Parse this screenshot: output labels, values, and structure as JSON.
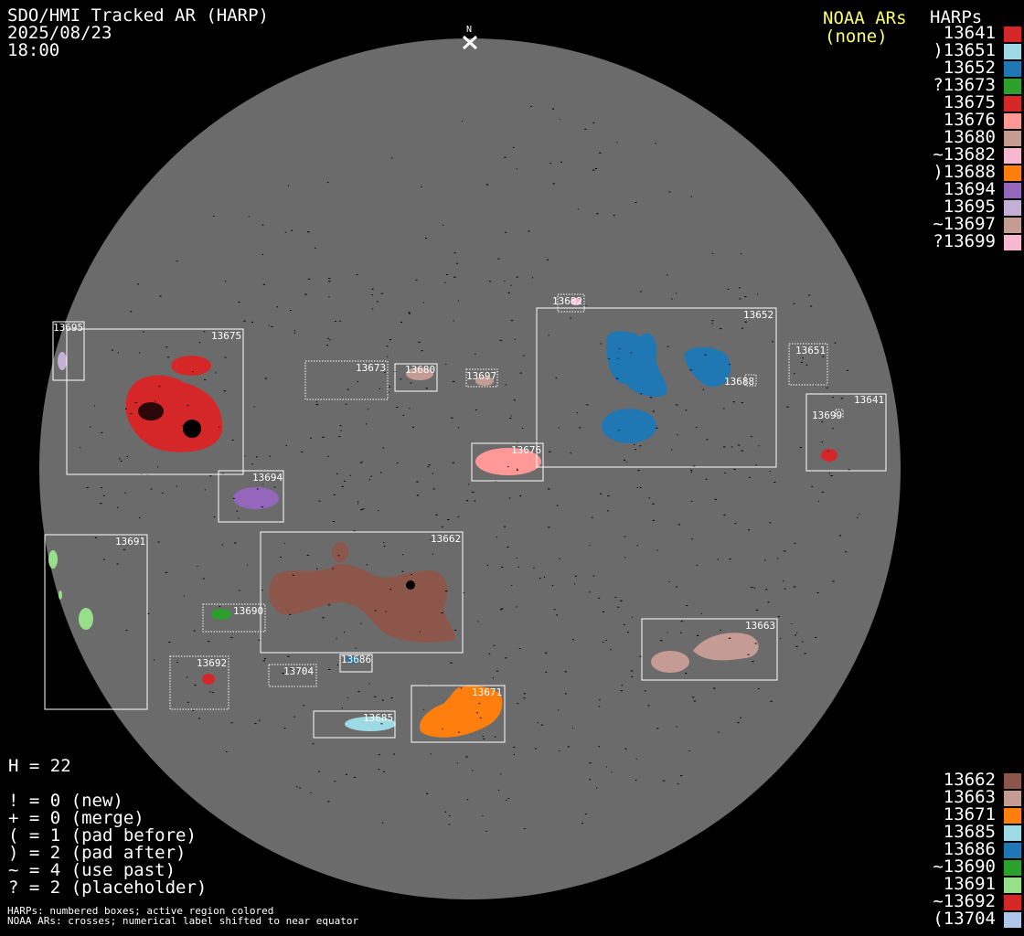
{
  "header": {
    "title": "SDO/HMI Tracked AR (HARP)",
    "date": "2025/08/23",
    "time": "18:00"
  },
  "noaa": {
    "label": "NOAA ARs",
    "value": "(none)"
  },
  "harps_header": "HARPs",
  "north_marker": "N",
  "legend_top": [
    {
      "label": " 13641",
      "color": "#d62728"
    },
    {
      "label": ")13651",
      "color": "#9edae5"
    },
    {
      "label": " 13652",
      "color": "#1f77b4"
    },
    {
      "label": "?13673",
      "color": "#2ca02c"
    },
    {
      "label": " 13675",
      "color": "#d62728"
    },
    {
      "label": " 13676",
      "color": "#ff9896"
    },
    {
      "label": " 13680",
      "color": "#c49c94"
    },
    {
      "label": "~13682",
      "color": "#f7b6d2"
    },
    {
      "label": ")13688",
      "color": "#ff7f0e"
    },
    {
      "label": " 13694",
      "color": "#9467bd"
    },
    {
      "label": " 13695",
      "color": "#c5b0d5"
    },
    {
      "label": "~13697",
      "color": "#c49c94"
    },
    {
      "label": "?13699",
      "color": "#f7b6d2"
    }
  ],
  "legend_bottom": [
    {
      "label": " 13662",
      "color": "#8c564b"
    },
    {
      "label": " 13663",
      "color": "#c49c94"
    },
    {
      "label": " 13671",
      "color": "#ff7f0e"
    },
    {
      "label": " 13685",
      "color": "#9edae5"
    },
    {
      "label": " 13686",
      "color": "#1f77b4"
    },
    {
      "label": "~13690",
      "color": "#2ca02c"
    },
    {
      "label": " 13691",
      "color": "#98df8a"
    },
    {
      "label": "~13692",
      "color": "#d62728"
    },
    {
      "label": "(13704",
      "color": "#aec7e8"
    }
  ],
  "stats": {
    "h_count": "H = 22",
    "lines": [
      "! = 0 (new)",
      "+ = 0 (merge)",
      "( = 1 (pad before)",
      ") = 2 (pad after)",
      "~ = 4 (use past)",
      "? = 2 (placeholder)"
    ]
  },
  "footer": {
    "line1": "HARPs: numbered boxes; active region colored",
    "line2": "NOAA ARs: crosses; numerical label shifted to near equator"
  },
  "disk_labels": {
    "r13695": "13695",
    "r13675": "13675",
    "r13673": "13673",
    "r13680": "13680",
    "r13697": "13697",
    "r13682": "13682",
    "r13652": "13652",
    "r13688": "13688",
    "r13651": "13651",
    "r13641": "13641",
    "r13699": "13699",
    "r13676": "13676",
    "r13694": "13694",
    "r13691": "13691",
    "r13662": "13662",
    "r13690": "13690",
    "r13692": "13692",
    "r13704": "13704",
    "r13686": "13686",
    "r13685": "13685",
    "r13671": "13671",
    "r13663": "13663"
  },
  "colors": {
    "disk": "#6b6b6b",
    "noaa_text": "#ffff66"
  }
}
